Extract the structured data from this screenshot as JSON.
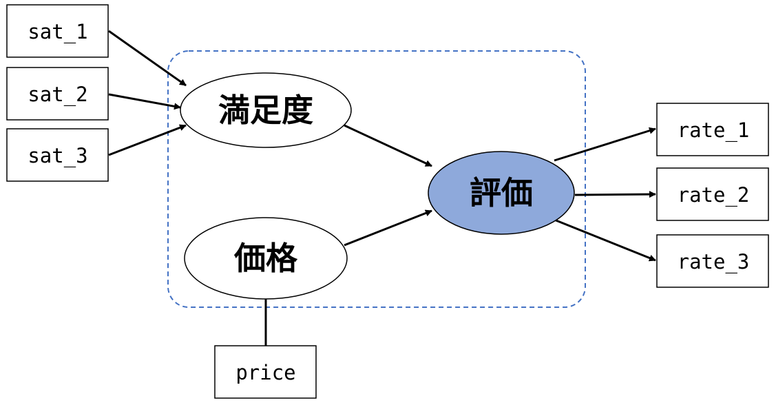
{
  "diagram": {
    "observed": {
      "sat_1": "sat_1",
      "sat_2": "sat_2",
      "sat_3": "sat_3",
      "rate_1": "rate_1",
      "rate_2": "rate_2",
      "rate_3": "rate_3",
      "price": "price"
    },
    "latent": {
      "satisfaction": "満足度",
      "price": "価格",
      "evaluation": "評価"
    },
    "colors": {
      "evaluation_fill": "#8EA9DB",
      "group_border": "#4472C4",
      "stroke": "#000000"
    }
  }
}
